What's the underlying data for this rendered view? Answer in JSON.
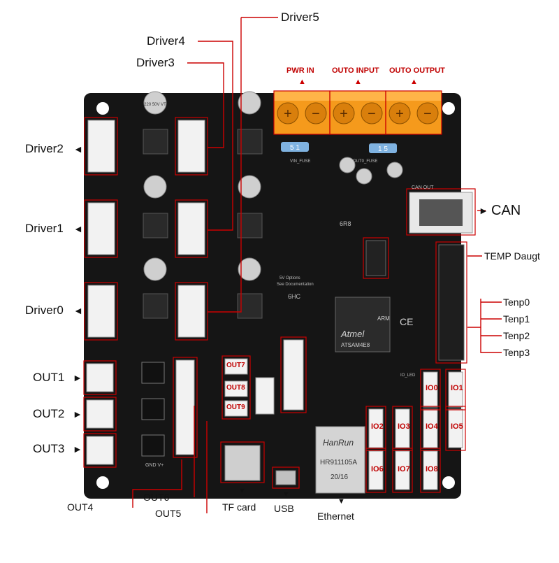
{
  "board": {
    "terminal_glyphs": [
      "+",
      "−",
      "+",
      "−",
      "+",
      "−"
    ],
    "fuse_left": "5 1",
    "fuse_right": "1 5",
    "chip_brand": "Atmel",
    "chip_model": "ATSAM4E8",
    "chip_sub": "ARM",
    "ce_mark": "CE",
    "ethernet_brand": "HanRun",
    "ethernet_model": "HR911105A",
    "ethernet_date": "20/16",
    "cap_text": "220 50V VT",
    "silk_6hc": "6HC",
    "silk_6r8": "6R8",
    "silk_can_out": "CAN OUT",
    "silk_vin_fuse": "VIN_FUSE",
    "silk_out0_fuse": "OUT0_FUSE",
    "silk_5v_options": "5V Options",
    "silk_see_doc": "See Documentation",
    "silk_gnd_v": "GND V+",
    "silk_io_led": "IO_LED"
  },
  "annotations": {
    "driver5": "Driver5",
    "driver4": "Driver4",
    "driver3": "Driver3",
    "driver2": "Driver2",
    "driver1": "Driver1",
    "driver0": "Driver0",
    "pwr_in": "PWR IN",
    "out0_input": "OUTO INPUT",
    "out0_output": "OUTO OUTPUT",
    "can": "CAN",
    "temp_daughter": "TEMP Daugt",
    "temp0": "Tenp0",
    "temp1": "Tenp1",
    "temp2": "Tenp2",
    "temp3": "Tenp3",
    "out1": "OUT1",
    "out2": "OUT2",
    "out3": "OUT3",
    "out4": "OUT4",
    "out5": "OUT5",
    "out6": "OUT6",
    "out7": "OUT7",
    "out8": "OUT8",
    "out9": "OUT9",
    "tf_card": "TF card",
    "usb": "USB",
    "ethernet": "Ethernet",
    "io0": "IO0",
    "io1": "IO1",
    "io2": "IO2",
    "io3": "IO3",
    "io4": "IO4",
    "io5": "IO5",
    "io6": "IO6",
    "io7": "IO7",
    "io8": "IO8",
    "arrow_right": "►",
    "arrow_left": "◄",
    "arrow_up": "▲",
    "arrow_down": "▼"
  },
  "colors": {
    "pcb": "#151515",
    "terminal_orange": "#f59a1c",
    "callout_red": "#cc0000",
    "connector_white": "#f2f2f2",
    "capacitor_blue": "#7fb2e0"
  }
}
